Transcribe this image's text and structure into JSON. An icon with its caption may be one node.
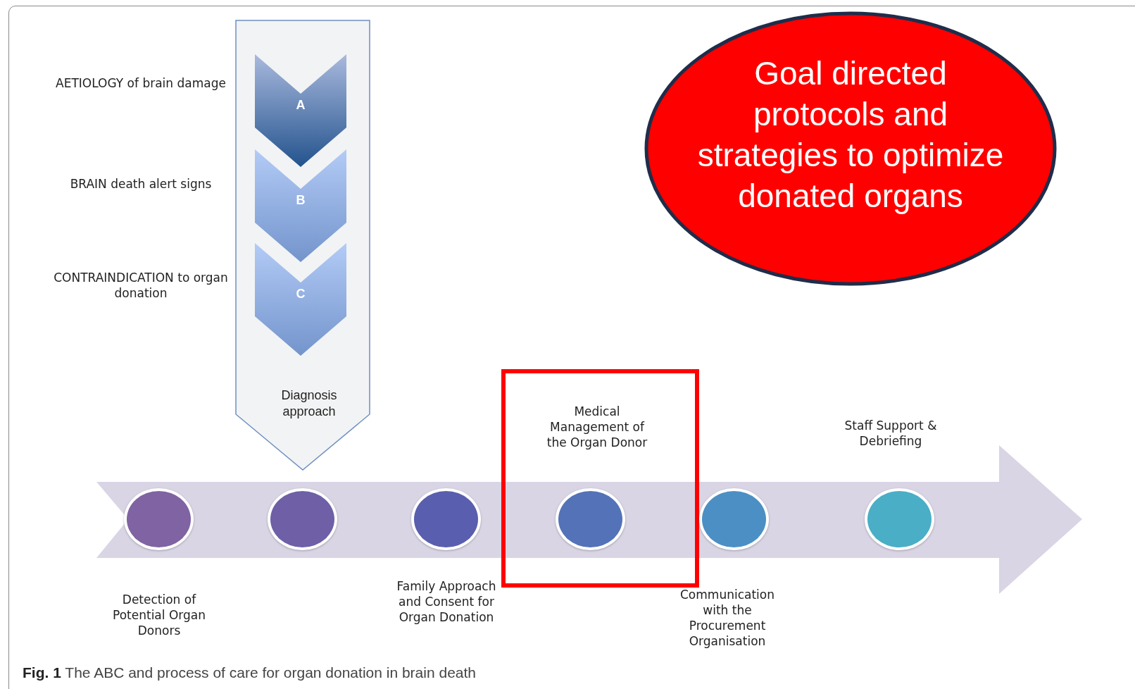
{
  "diagram": {
    "caption": "**Fig. 1** The ABC and process of care for organ donation in brain death",
    "nodes": [
      {
        "text": [
          "Diagnosis approach"
        ]
      },
      {
        "text": [
          "A"
        ],
        "in": 0,
        "beside": [
          "AETIOLOGY of brain damage"
        ]
      },
      {
        "text": [
          "B"
        ],
        "in": 0,
        "beside": [
          "BRAIN death alert signs"
        ]
      },
      {
        "text": [
          "C"
        ],
        "in": 0,
        "beside": [
          "CONTRAINDICATION to organ donation"
        ]
      },
      {
        "text": [
          "Goal directed protocols and strategies to optimize donated organs"
        ]
      },
      {
        "text": [],
        "shape": "circle"
      },
      {
        "text": [],
        "shape": "circle"
      },
      {
        "text": [],
        "shape": "circle",
        "beside": [
          "Family Approach and Consent for Organ Donation"
        ]
      },
      {
        "text": [],
        "shape": "box"
      },
      {
        "text": [],
        "shape": "circle",
        "in": 8
      },
      {
        "text": [],
        "shape": "circle",
        "beside": [
          "Communication with the Procurement Organisation"
        ]
      },
      {
        "text": [],
        "shape": "circle",
        "beside": [
          "Staff Support & Debriefing"
        ]
      }
    ],
    "labels": [
      "Medical Management of the Organ Donor",
      "Detection of Potential Organ Donors"
    ]
  }
}
